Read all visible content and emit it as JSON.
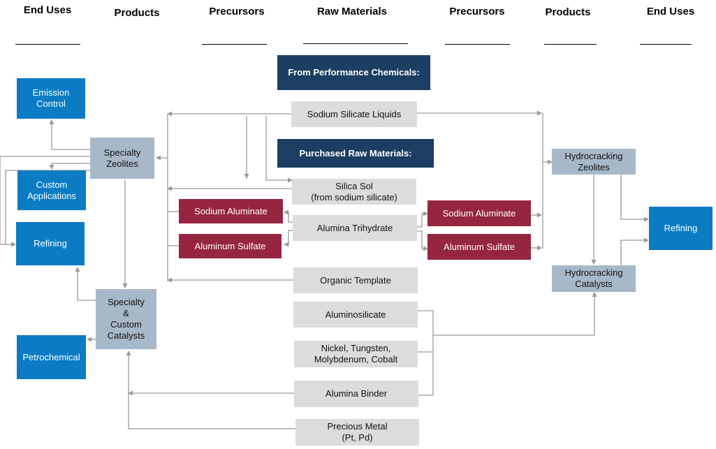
{
  "headers": {
    "end_uses_left": "End Uses",
    "products_left": "Products",
    "precursors_left": "Precursors",
    "raw_materials": "Raw Materials",
    "precursors_right": "Precursors",
    "products_right": "Products",
    "end_uses_right": "End Uses"
  },
  "boxes": {
    "from_performance_chemicals": "From Performance Chemicals:",
    "purchased_raw_materials": "Purchased Raw Materials:",
    "sodium_silicate_liquids": "Sodium Silicate Liquids",
    "silica_sol": "Silica Sol\n(from sodium silicate)",
    "alumina_trihydrate": "Alumina Trihydrate",
    "organic_template": "Organic Template",
    "aluminosilicate": "Aluminosilicate",
    "nickel_tungsten": "Nickel, Tungsten,\nMolybdenum, Cobalt",
    "alumina_binder": "Alumina  Binder",
    "precious_metal": "Precious Metal\n(Pt, Pd)",
    "sodium_aluminate_left": "Sodium Aluminate",
    "aluminum_sulfate_left": "Aluminum  Sulfate",
    "sodium_aluminate_right": "Sodium Aluminate",
    "aluminum_sulfate_right": "Aluminum Sulfate",
    "specialty_zeolites": "Specialty\nZeolites",
    "specialty_custom_catalysts": "Specialty\n&\nCustom\nCatalysts",
    "hydrocracking_zeolites": "Hydrocracking\nZeolites",
    "hydrocracking_catalysts": "Hydrocracking\nCatalysts",
    "emission_control": "Emission\nControl",
    "custom_applications": "Custom\nApplications",
    "refining_left": "Refining",
    "petrochemical": "Petrochemical",
    "refining_right": "Refining"
  },
  "colors": {
    "navy": "#1b3e62",
    "blue": "#0b7cc4",
    "steel": "#a7b8c8",
    "grey": "#dcdcdc",
    "wine": "#952540",
    "connector": "#9a9a9a"
  }
}
